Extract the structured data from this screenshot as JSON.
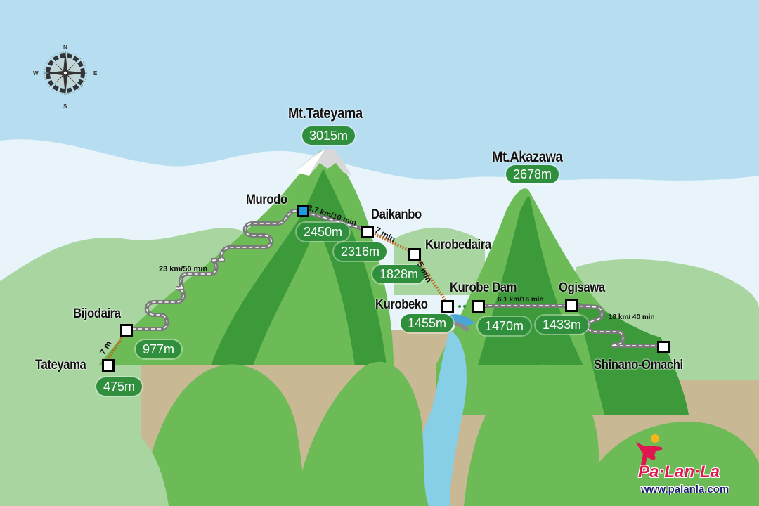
{
  "map": {
    "type": "illustrated route map",
    "colors": {
      "sky": "#b7def0",
      "cloud": "#e8f4fa",
      "mountain_light": "#a8d5a0",
      "mountain_mid": "#6cbb57",
      "mountain_dark": "#3d9a3a",
      "ground": "#c9b894",
      "river": "#86cfe6",
      "pill": "#2f8f3d",
      "rail": "#c0641c",
      "road": "#7a7a7a",
      "station_highlight": "#1e9be0",
      "logo_red": "#e0174f",
      "logo_navy": "#1b1f6b"
    },
    "compass": {
      "icon": "compass-rose-icon",
      "n": "N",
      "s": "S",
      "e": "E",
      "w": "W"
    },
    "peaks": [
      {
        "name": "Mt.Tateyama",
        "elevation": "3015m"
      },
      {
        "name": "Mt.Akazawa",
        "elevation": "2678m"
      }
    ],
    "stations": [
      {
        "name": "Tateyama",
        "elevation": "475m"
      },
      {
        "name": "Bijodaira",
        "elevation": "977m"
      },
      {
        "name": "Murodo",
        "elevation": "2450m"
      },
      {
        "name": "Daikanbo",
        "elevation": "2316m"
      },
      {
        "name": "Kurobedaira",
        "elevation": "1828m"
      },
      {
        "name": "Kurobeko",
        "elevation": "1455m"
      },
      {
        "name": "Kurobe  Dam",
        "elevation": "1470m"
      },
      {
        "name": "Ogisawa",
        "elevation": "1433m"
      },
      {
        "name": "Shinano-Omachi",
        "elevation": ""
      }
    ],
    "segments": [
      {
        "from": "Tateyama",
        "to": "Bijodaira",
        "label": "7 m",
        "mode": "rail"
      },
      {
        "from": "Bijodaira",
        "to": "Murodo",
        "label": "23  km/50  min",
        "mode": "road"
      },
      {
        "from": "Murodo",
        "to": "Daikanbo",
        "label": "3.7  km/10  min",
        "mode": "road"
      },
      {
        "from": "Daikanbo",
        "to": "Kurobedaira",
        "label": "7  min",
        "mode": "rail"
      },
      {
        "from": "Kurobedaira",
        "to": "Kurobeko",
        "label": "5  min",
        "mode": "rail"
      },
      {
        "from": "Kurobeko",
        "to": "Kurobe Dam",
        "label": "",
        "mode": "walk"
      },
      {
        "from": "Kurobe Dam",
        "to": "Ogisawa",
        "label": "6.1  km/16  min",
        "mode": "road"
      },
      {
        "from": "Ogisawa",
        "to": "Shinano-Omachi",
        "label": "18  km/  40  min",
        "mode": "road"
      }
    ],
    "logo": {
      "name": "Pa·Lan·La",
      "url": "www.palanla.com"
    }
  }
}
